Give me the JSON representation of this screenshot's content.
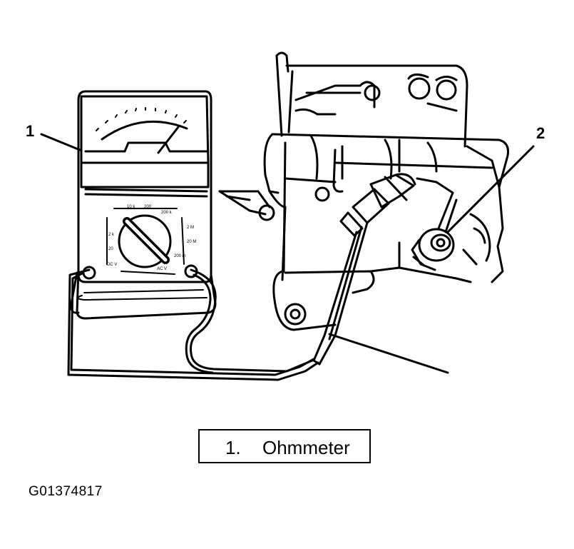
{
  "callouts": {
    "one": "1",
    "two": "2"
  },
  "legend": {
    "number": "1.",
    "label": "Ohmmeter"
  },
  "figure_id": "G01374817",
  "meter_scale": {
    "dial_labels": [
      "10 k",
      "200",
      "200 k",
      "2 M",
      "20 M",
      "2 k",
      "20",
      "DC V",
      "AC V",
      "200 m"
    ]
  }
}
